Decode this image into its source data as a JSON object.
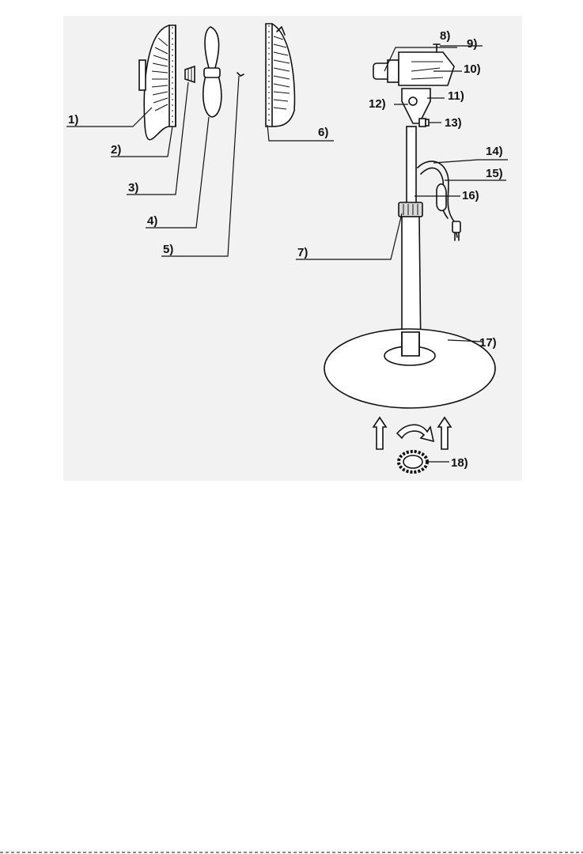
{
  "labels": {
    "l1": "1)",
    "l2": "2)",
    "l3": "3)",
    "l4": "4)",
    "l5": "5)",
    "l6": "6)",
    "l7": "7)",
    "l8": "8)",
    "l9": "9)",
    "l10": "10)",
    "l11": "11)",
    "l12": "12)",
    "l13": "13)",
    "l14": "14)",
    "l15": "15)",
    "l16": "16)",
    "l17": "17)",
    "l18": "18)"
  }
}
